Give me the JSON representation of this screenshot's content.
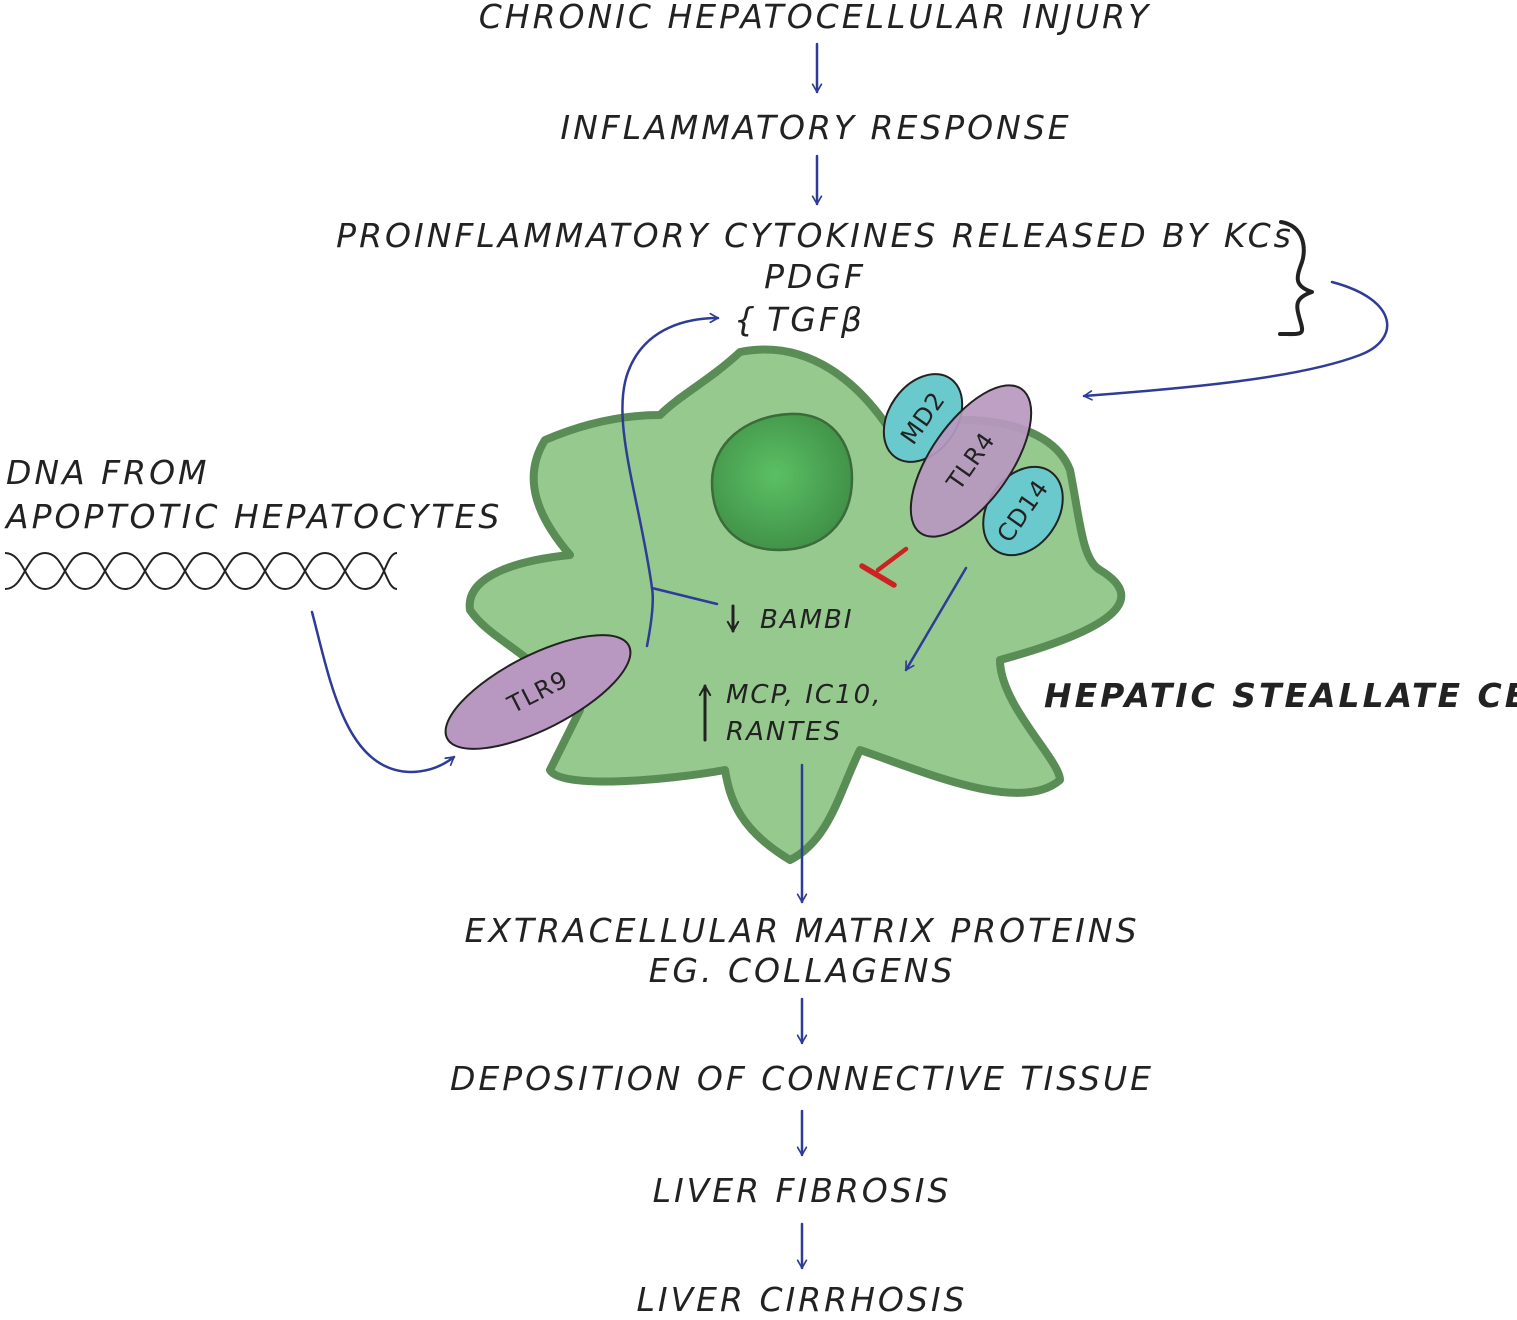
{
  "flow_steps": {
    "chronic_injury": "CHRONIC HEPATOCELLULAR INJURY",
    "inflammatory_response": "INFLAMMATORY RESPONSE",
    "cytokines": "PROINFLAMMATORY CYTOKINES RELEASED BY KCs",
    "pdgf": "PDGF",
    "tgfb": "TGFβ",
    "ecm_line1": "EXTRACELLULAR MATRIX PROTEINS",
    "ecm_line2": "EG. COLLAGENS",
    "deposition": "DEPOSITION OF CONNECTIVE TISSUE",
    "fibrosis": "LIVER FIBROSIS",
    "cirrhosis": "LIVER CIRRHOSIS"
  },
  "dna": {
    "line1": "DNA FROM",
    "line2": "APOPTOTIC HEPATOCYTES"
  },
  "cell": {
    "label": "HEPATIC STEALLATE CELL",
    "bambi": "BAMBI",
    "chemokines_line1": "MCP, IC10,",
    "chemokines_line2": "RANTES"
  },
  "receptors": {
    "md2": "MD2",
    "tlr4": "TLR4",
    "cd14": "CD14",
    "tlr9": "TLR9"
  },
  "symbols": {
    "brace_small": "{",
    "up_arrow": "↑",
    "down_arrow": "↓"
  },
  "colors": {
    "cell_fill": "#95c98e",
    "cell_stroke": "#5a8c56",
    "nucleus_fill": "#4aa552",
    "nucleus_stroke": "#3b6a3b",
    "tlr_fill": "#b898c0",
    "accessory_fill": "#6ac9cc",
    "flow_arrow": "#2e3c98",
    "inhibition": "#cc2222"
  }
}
